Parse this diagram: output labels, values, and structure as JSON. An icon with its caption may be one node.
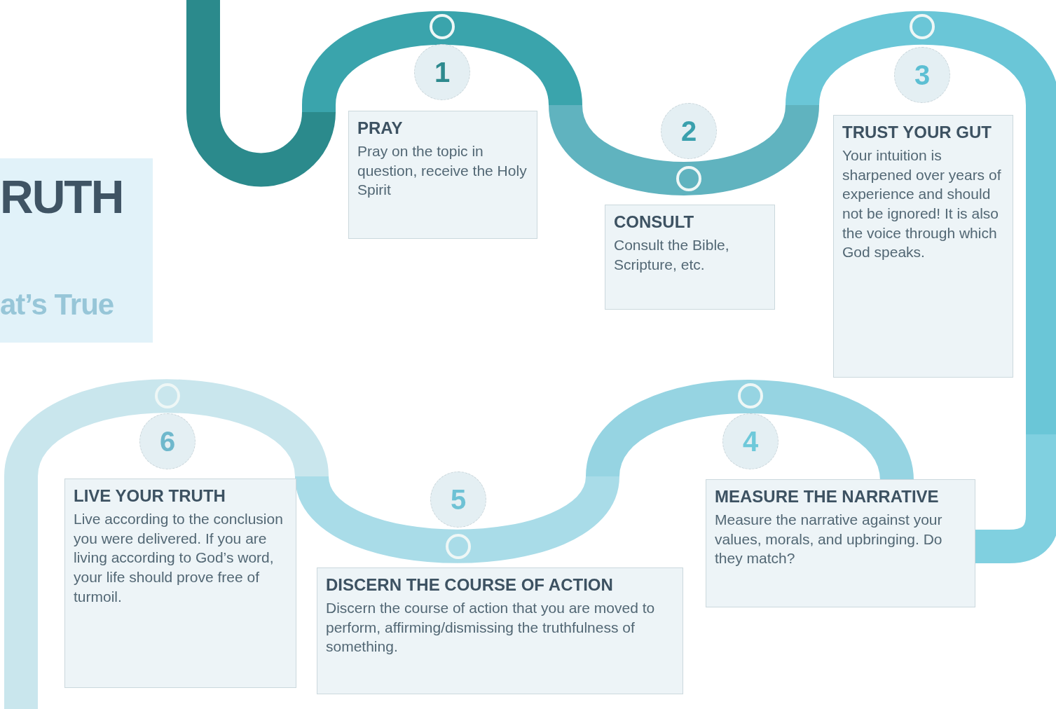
{
  "diagram": {
    "nodes": [
      {
        "text": [
          "RUTH",
          "at’s True"
        ]
      },
      {
        "text": [
          "1"
        ]
      },
      {
        "text": [
          "PRAY",
          "Pray on the topic in question, receive the Holy Spirit"
        ]
      },
      {
        "text": [
          "2"
        ]
      },
      {
        "text": [
          "CONSULT",
          "Consult the Bible, Scripture, etc."
        ]
      },
      {
        "text": [
          "3"
        ]
      },
      {
        "text": [
          "TRUST YOUR GUT",
          "Your intuition is sharpened over years of experience and should not be ignored! It is also the voice through which God speaks."
        ]
      },
      {
        "text": [
          "4"
        ]
      },
      {
        "text": [
          "MEASURE THE NARRATIVE",
          "Measure the narrative against your values, morals, and upbringing. Do they match?"
        ]
      },
      {
        "text": [
          "5"
        ]
      },
      {
        "text": [
          "DISCERN THE COURSE OF ACTION",
          "Discern the course of action that you are moved to perform, affirming/dismissing the truthfulness of something."
        ]
      },
      {
        "text": [
          "6"
        ]
      },
      {
        "text": [
          "LIVE YOUR TRUTH",
          "Live according to the conclusion you were delivered. If you are living according to God’s word, your life should prove free of turmoil."
        ]
      }
    ]
  }
}
